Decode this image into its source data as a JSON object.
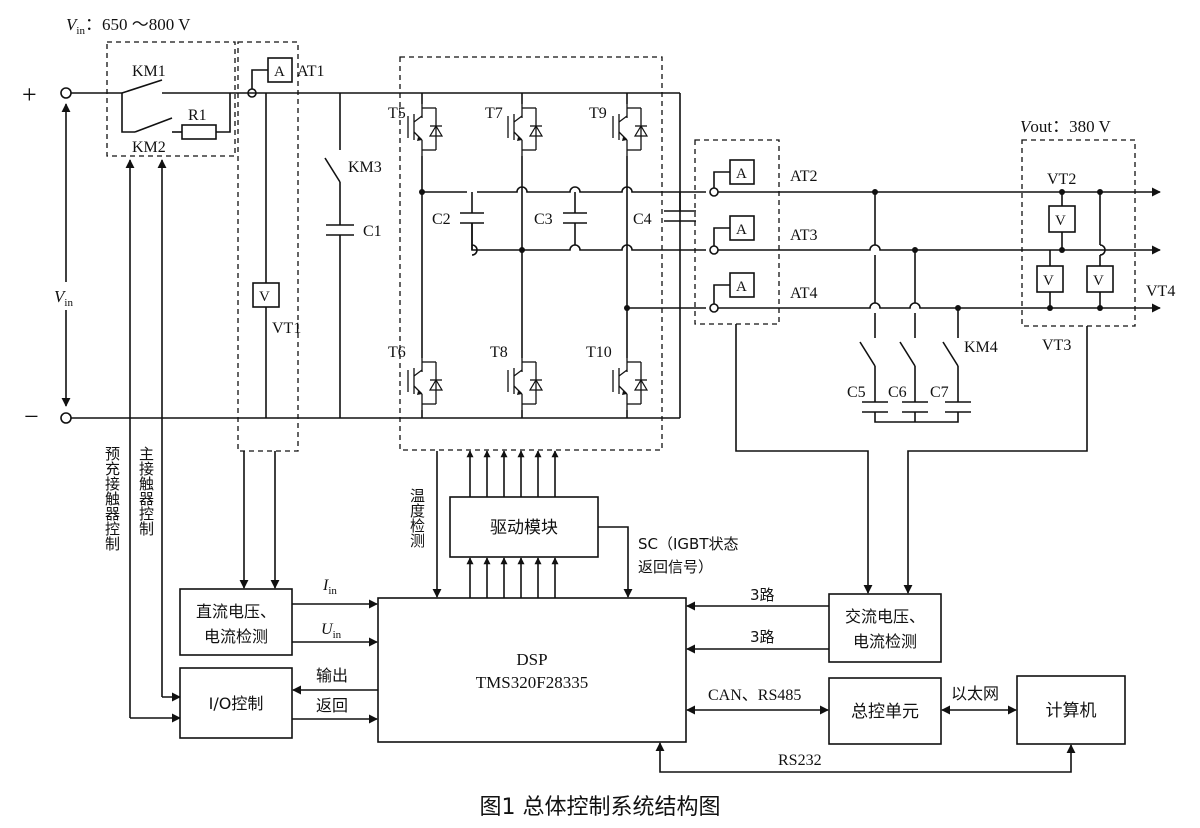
{
  "supply": {
    "vin_label_prefix": "V",
    "vin_label_sub": "in",
    "vin_range": "：650 ～800 V",
    "plus": "+",
    "minus": "−",
    "vin_side_prefix": "V",
    "vin_side_sub": "in"
  },
  "components": {
    "km1": "KM1",
    "km2": "KM2",
    "r1": "R1",
    "at1": "AT1",
    "vt1": "VT1",
    "km3": "KM3",
    "c1": "C1",
    "t5": "T5",
    "t7": "T7",
    "t9": "T9",
    "t6": "T6",
    "t8": "T8",
    "t10": "T10",
    "c2": "C2",
    "c3": "C3",
    "c4": "C4",
    "at2": "AT2",
    "at3": "AT3",
    "at4": "AT4",
    "vt2": "VT2",
    "vt3": "VT3",
    "vt4": "VT4",
    "km4": "KM4",
    "c5": "C5",
    "c6": "C6",
    "c7": "C7",
    "ammeter": "A",
    "voltmeter": "V"
  },
  "output": {
    "vout_prefix": "V",
    "vout_rest": "out：380 V"
  },
  "blocks": {
    "driver": "驱动模块",
    "dc_detect": [
      "直流电压、",
      "电流检测"
    ],
    "io": "I/O控制",
    "dsp": [
      "DSP",
      "TMS320F28335"
    ],
    "ac_detect": [
      "交流电压、",
      "电流检测"
    ],
    "master": "总控单元",
    "computer": "计算机"
  },
  "signals": {
    "precharge": "预充接触器控制",
    "main_contactor": "主接触器控制",
    "temp": "温度检测",
    "sc": [
      "SC（IGBT状态",
      "返回信号）"
    ],
    "iin_prefix": "I",
    "iin_sub": "in",
    "uin_prefix": "U",
    "uin_sub": "in",
    "out": "输出",
    "ret": "返回",
    "three_a": "3路",
    "three_b": "3路",
    "can": "CAN、RS485",
    "ethernet": "以太网",
    "rs232": "RS232"
  },
  "caption": "图1   总体控制系统结构图"
}
